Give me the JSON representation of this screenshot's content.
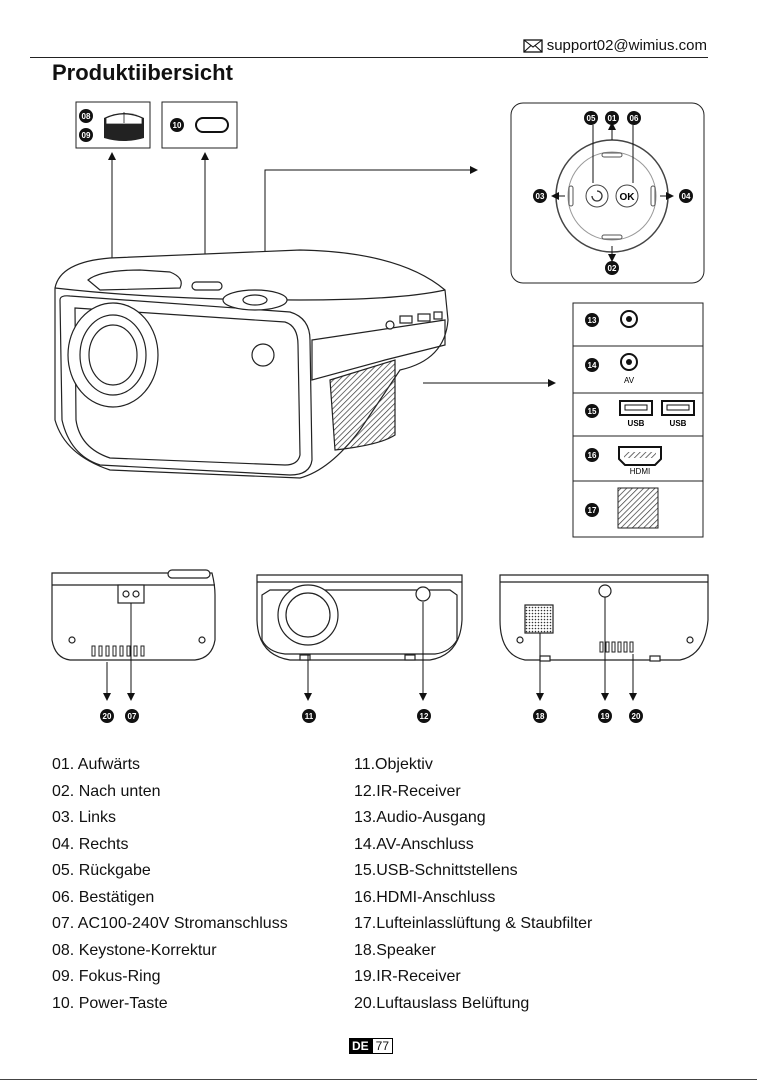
{
  "header": {
    "email": "support02@wimius.com",
    "title": "Produktiibersicht"
  },
  "callouts": {
    "n01": "01",
    "n02": "02",
    "n03": "03",
    "n04": "04",
    "n05": "05",
    "n06": "06",
    "n07": "07",
    "n08": "08",
    "n09": "09",
    "n10": "10",
    "n11": "11",
    "n12": "12",
    "n13": "13",
    "n14": "14",
    "n15": "15",
    "n16": "16",
    "n17": "17",
    "n18": "18",
    "n19": "19",
    "n20": "20"
  },
  "port_labels": {
    "av": "AV",
    "usb": "USB",
    "hdmi": "HDMI",
    "ok": "OK"
  },
  "legend": {
    "left": [
      "01. Aufwärts",
      "02. Nach unten",
      "03. Links",
      "04. Rechts",
      "05. Rückgabe",
      "06. Bestätigen",
      "07. AC100-240V Stromanschluss",
      "08. Keystone-Korrektur",
      "09. Fokus-Ring",
      "10. Power-Taste"
    ],
    "right": [
      "11.Objektiv",
      "12.IR-Receiver",
      "13.Audio-Ausgang",
      "14.AV-Anschluss",
      "15.USB-Schnittstellens",
      "16.HDMI-Anschluss",
      "17.Lufteinlasslüftung & Staubfilter",
      "18.Speaker",
      "19.IR-Receiver",
      "20.Luftauslass Belüftung"
    ]
  },
  "footer": {
    "lang": "DE",
    "page": "77"
  }
}
